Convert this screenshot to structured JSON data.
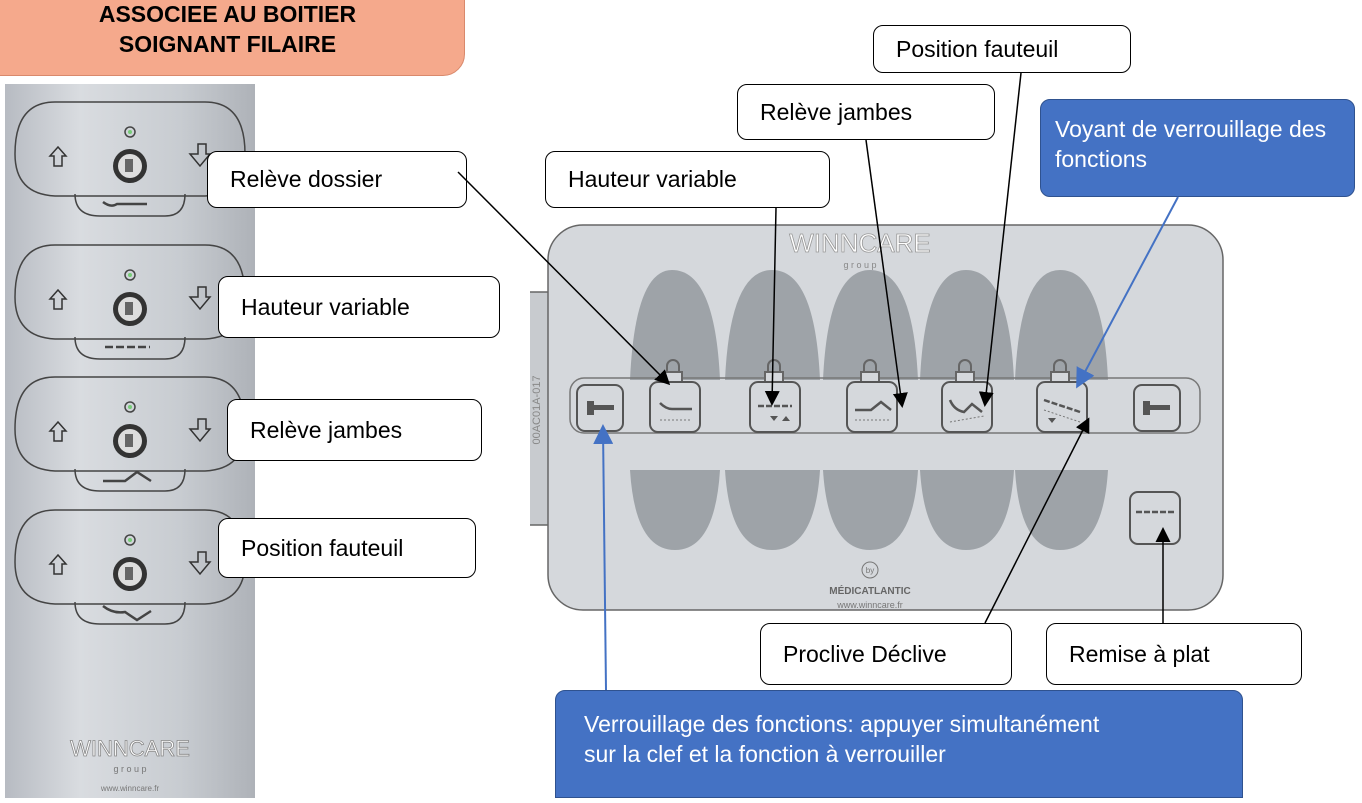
{
  "title": {
    "line1": "ASSOCIEE AU BOITIER",
    "line2": "SOIGNANT FILAIRE"
  },
  "callouts": {
    "position_fauteuil_top": "Position fauteuil",
    "releve_jambes_top": "Relève jambes",
    "hauteur_variable_top": "Hauteur variable",
    "releve_dossier": "Relève dossier",
    "voyant": "Voyant de verrouillage des fonctions",
    "hauteur_variable_side": "Hauteur variable",
    "releve_jambes_side": "Relève jambes",
    "position_fauteuil_side": "Position fauteuil",
    "proclive": "Proclive Déclive",
    "remise": "Remise à plat",
    "verrouillage_line1": "Verrouillage des fonctions: appuyer simultanément",
    "verrouillage_line2": "sur la clef et la fonction à verrouiller"
  },
  "panel": {
    "brand": "WINNCARE",
    "brand_sub": "g r o u p",
    "serial": "00AC01A-017",
    "by": "by",
    "medic": "MÉDICATLANTIC",
    "url": "www.winncare.fr"
  },
  "remote": {
    "brand": "WINNCARE",
    "brand_sub": "g r o u p",
    "url": "www.winncare.fr"
  },
  "colors": {
    "title_bg": "#f5a98c",
    "blue": "#4472c4",
    "panel": "#d5d8dc",
    "lobes": "#9ea3a8"
  }
}
